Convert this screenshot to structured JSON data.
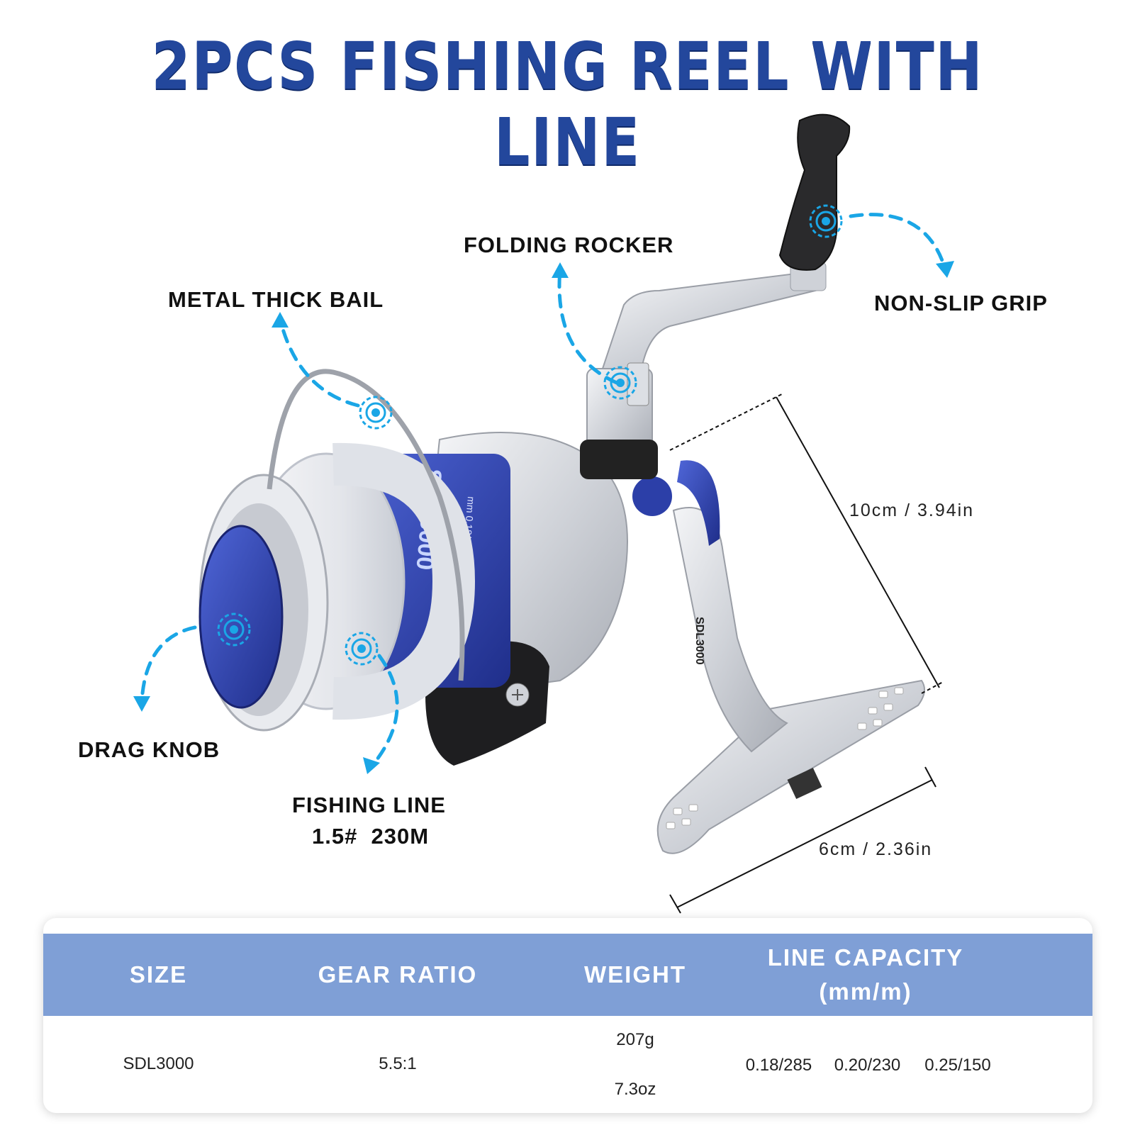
{
  "title": "2PCS FISHING REEL WITH LINE",
  "callouts": {
    "folding_rocker": "FOLDING ROCKER",
    "non_slip_grip": "NON-SLIP GRIP",
    "metal_thick_bail": "METAL THICK BAIL",
    "drag_knob": "DRAG KNOB",
    "fishing_line": "FISHING LINE",
    "fishing_line_spec": "1.5#  230M"
  },
  "dimensions": {
    "height": "10cm / 3.94in",
    "width": "6cm / 2.36in"
  },
  "reel_markings": {
    "side_model": "SDL3000",
    "spool_model": "SDL3000",
    "spool_line": "mm 0.18/285"
  },
  "colors": {
    "title": "#23479c",
    "accent_blue": "#1aa6e6",
    "table_header": "#7f9fd6",
    "reel_blue": "#2c3fa8",
    "reel_silver": "#d9dbe0"
  },
  "spec_table": {
    "headers": {
      "size": "SIZE",
      "gear_ratio": "GEAR RATIO",
      "weight": "WEIGHT",
      "line_capacity_1": "LINE CAPACITY",
      "line_capacity_2": "(mm/m)"
    },
    "row": {
      "size": "SDL3000",
      "gear_ratio": "5.5:1",
      "weight_g": "207g",
      "weight_oz": "7.3oz",
      "capacity_1": "0.18/285",
      "capacity_2": "0.20/230",
      "capacity_3": "0.25/150"
    }
  }
}
